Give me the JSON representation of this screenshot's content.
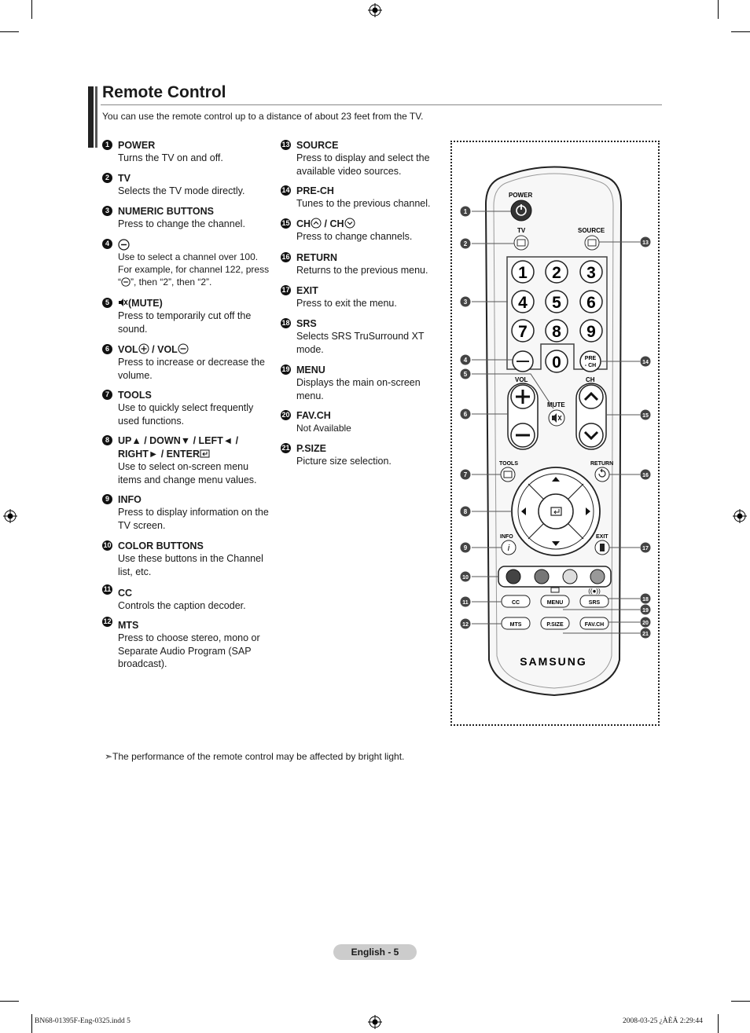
{
  "page": {
    "title": "Remote Control",
    "intro": "You can use the remote control up to a distance of about 23 feet from the TV.",
    "note": "➣The performance of the remote control may be affected by bright light.",
    "footer": "English - 5",
    "slug_left": "BN68-01395F-Eng-0325.indd   5",
    "slug_right": "2008-03-25   ¿ÀÈÄ 2:29:44"
  },
  "items_left": [
    {
      "num": "1",
      "head": "POWER",
      "desc": "Turns the TV on and off."
    },
    {
      "num": "2",
      "head": "TV",
      "desc": "Selects the TV mode directly."
    },
    {
      "num": "3",
      "head": "NUMERIC BUTTONS",
      "desc": "Press to change the channel."
    },
    {
      "num": "4",
      "head": "",
      "desc": "Use to select a channel over 100. For example, for channel 122, press “",
      "desc2": "”, then “2”, then “2”."
    },
    {
      "num": "5",
      "head": "(MUTE)",
      "desc": "Press to temporarily cut off the sound."
    },
    {
      "num": "6",
      "head_a": "VOL",
      "head_b": " / VOL",
      "desc": "Press to increase or decrease the volume."
    },
    {
      "num": "7",
      "head": "TOOLS",
      "desc": "Use to quickly select frequently used functions."
    },
    {
      "num": "8",
      "head": "UP▲ / DOWN▼ / LEFT◄ /",
      "head2": "RIGHT► / ENTER",
      "desc": "Use to select on-screen menu items and change menu values."
    },
    {
      "num": "9",
      "head": "INFO",
      "desc": "Press to display information on the TV screen."
    },
    {
      "num": "10",
      "head": "COLOR BUTTONS",
      "desc": "Use these buttons in the Channel list, etc."
    },
    {
      "num": "11",
      "head": "CC",
      "desc": "Controls the caption decoder."
    },
    {
      "num": "12",
      "head": "MTS",
      "desc": "Press to choose stereo, mono or Separate Audio Program (SAP broadcast)."
    }
  ],
  "items_right": [
    {
      "num": "13",
      "head": "SOURCE",
      "desc": "Press to display and select the available video sources."
    },
    {
      "num": "14",
      "head": "PRE-CH",
      "desc": "Tunes to the previous channel."
    },
    {
      "num": "15",
      "head_a": "CH",
      "head_b": " / CH",
      "desc": "Press to change channels."
    },
    {
      "num": "16",
      "head": "RETURN",
      "desc": "Returns to the previous menu."
    },
    {
      "num": "17",
      "head": "EXIT",
      "desc": "Press to exit the menu."
    },
    {
      "num": "18",
      "head": "SRS",
      "desc": "Selects SRS TruSurround XT mode."
    },
    {
      "num": "19",
      "head": "MENU",
      "desc": "Displays the main on-screen menu."
    },
    {
      "num": "20",
      "head": "FAV.CH",
      "desc": "Not Available"
    },
    {
      "num": "21",
      "head": "P.SIZE",
      "desc": "Picture size selection."
    }
  ],
  "remote": {
    "labels": {
      "power": "POWER",
      "tv": "TV",
      "source": "SOURCE",
      "vol": "VOL",
      "ch": "CH",
      "mute": "MUTE",
      "tools": "TOOLS",
      "return": "RETURN",
      "info": "INFO",
      "exit": "EXIT",
      "cc": "CC",
      "menu": "MENU",
      "srs": "SRS",
      "mts": "MTS",
      "psize": "P.SIZE",
      "favch": "FAV.CH",
      "prech": "PRE",
      "prech2": "- CH",
      "brand": "SAMSUNG"
    },
    "digits": [
      "1",
      "2",
      "3",
      "4",
      "5",
      "6",
      "7",
      "8",
      "9",
      "0"
    ],
    "callouts": [
      "1",
      "2",
      "3",
      "4",
      "5",
      "6",
      "7",
      "8",
      "9",
      "10",
      "11",
      "12",
      "13",
      "14",
      "15",
      "16",
      "17",
      "18",
      "19",
      "20",
      "21"
    ],
    "color_keys": [
      "#444444",
      "#777777",
      "#dddddd",
      "#999999"
    ]
  }
}
